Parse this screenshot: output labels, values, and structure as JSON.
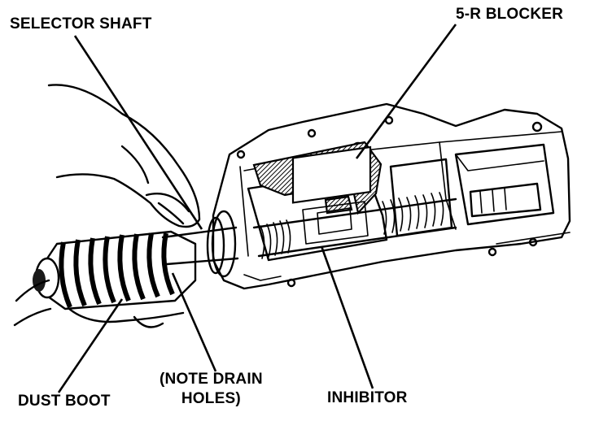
{
  "labels": {
    "selector_shaft": "SELECTOR SHAFT",
    "blocker": "5-R BLOCKER",
    "note_drain_line1": "(NOTE DRAIN",
    "note_drain_line2": "HOLES)",
    "dust_boot": "DUST BOOT",
    "inhibitor": "INHIBITOR"
  }
}
